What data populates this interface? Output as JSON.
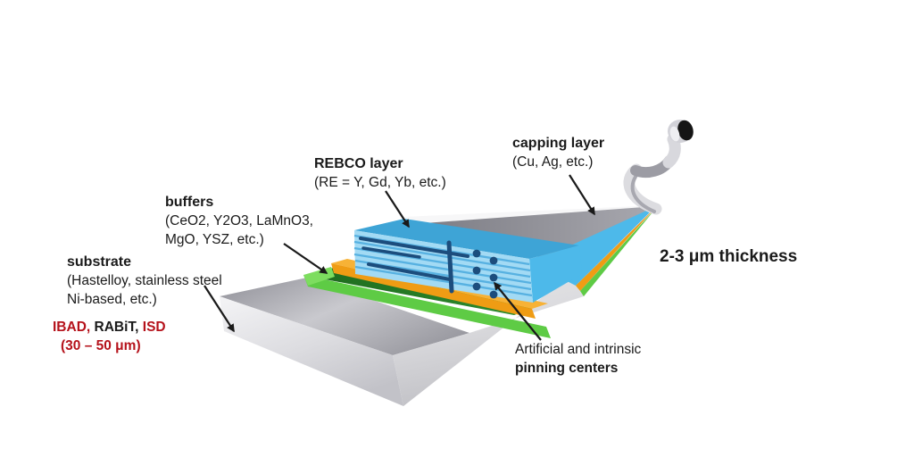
{
  "figure": {
    "background": "#ffffff",
    "labels": {
      "substrate": {
        "title": "substrate",
        "line1": "(Hastelloy, stainless steel",
        "line2": "Ni-based, etc.)"
      },
      "substrate_methods": {
        "part_red1": "IBAD,",
        "part_black": " RABiT, ",
        "part_red2": "ISD",
        "line2": "(30 – 50 μm)"
      },
      "buffers": {
        "title": "buffers",
        "line1": "(CeO2, Y2O3, LaMnO3,",
        "line2": "MgO, YSZ, etc.)"
      },
      "rebco": {
        "title": "REBCO layer",
        "line1": "(RE = Y, Gd, Yb, etc.)"
      },
      "capping": {
        "title": "capping layer",
        "line1": "(Cu, Ag, etc.)"
      },
      "thickness": "2-3 μm thickness",
      "pinning": {
        "line1": "Artificial and intrinsic",
        "line2": "pinning centers"
      }
    },
    "colors": {
      "substrate_gray": "#c6c6cb",
      "buffer_green_front": "#5ecb45",
      "buffer_green_top": "#2a7d28",
      "buffer_green_highlight": "#7ddd5f",
      "buffer_orange_front": "#ef9c14",
      "buffer_orange_top": "#f7b236",
      "rebco_blue_face": "#a2daf4",
      "rebco_blue_top": "#3ea4d6",
      "rebco_blue_side": "#4db9ea",
      "rebco_stripe": "#57b1e1",
      "pinning_navy": "#1c4d7d",
      "capping_edge_white": "#f7f7f8",
      "accent_red": "#b5121b",
      "text_black": "#1a1a1a",
      "arrow_black": "#1a1a1a"
    }
  }
}
